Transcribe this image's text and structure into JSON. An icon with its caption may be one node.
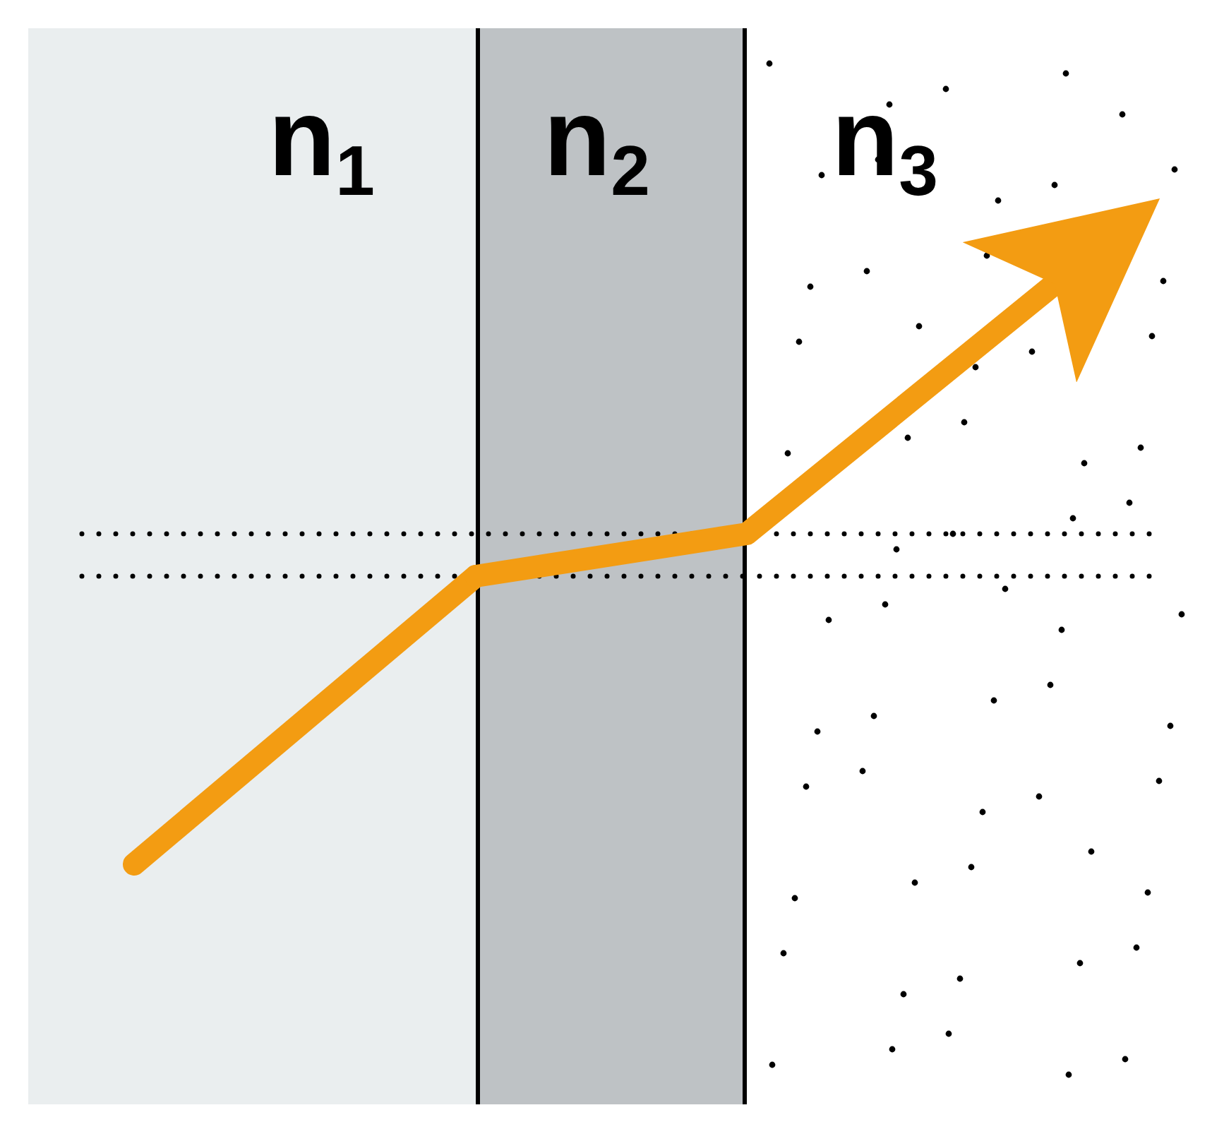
{
  "diagram": {
    "nodes": [
      {
        "text": [
          "n$_{1}$"
        ]
      },
      {
        "text": [
          "n$_{2}$"
        ]
      },
      {
        "text": [
          "n$_{3}$"
        ]
      }
    ],
    "edges": [
      {
        "from": 0,
        "to": 1,
        "arrow": "none"
      },
      {
        "from": 1,
        "to": 2,
        "arrow": "to"
      }
    ]
  }
}
